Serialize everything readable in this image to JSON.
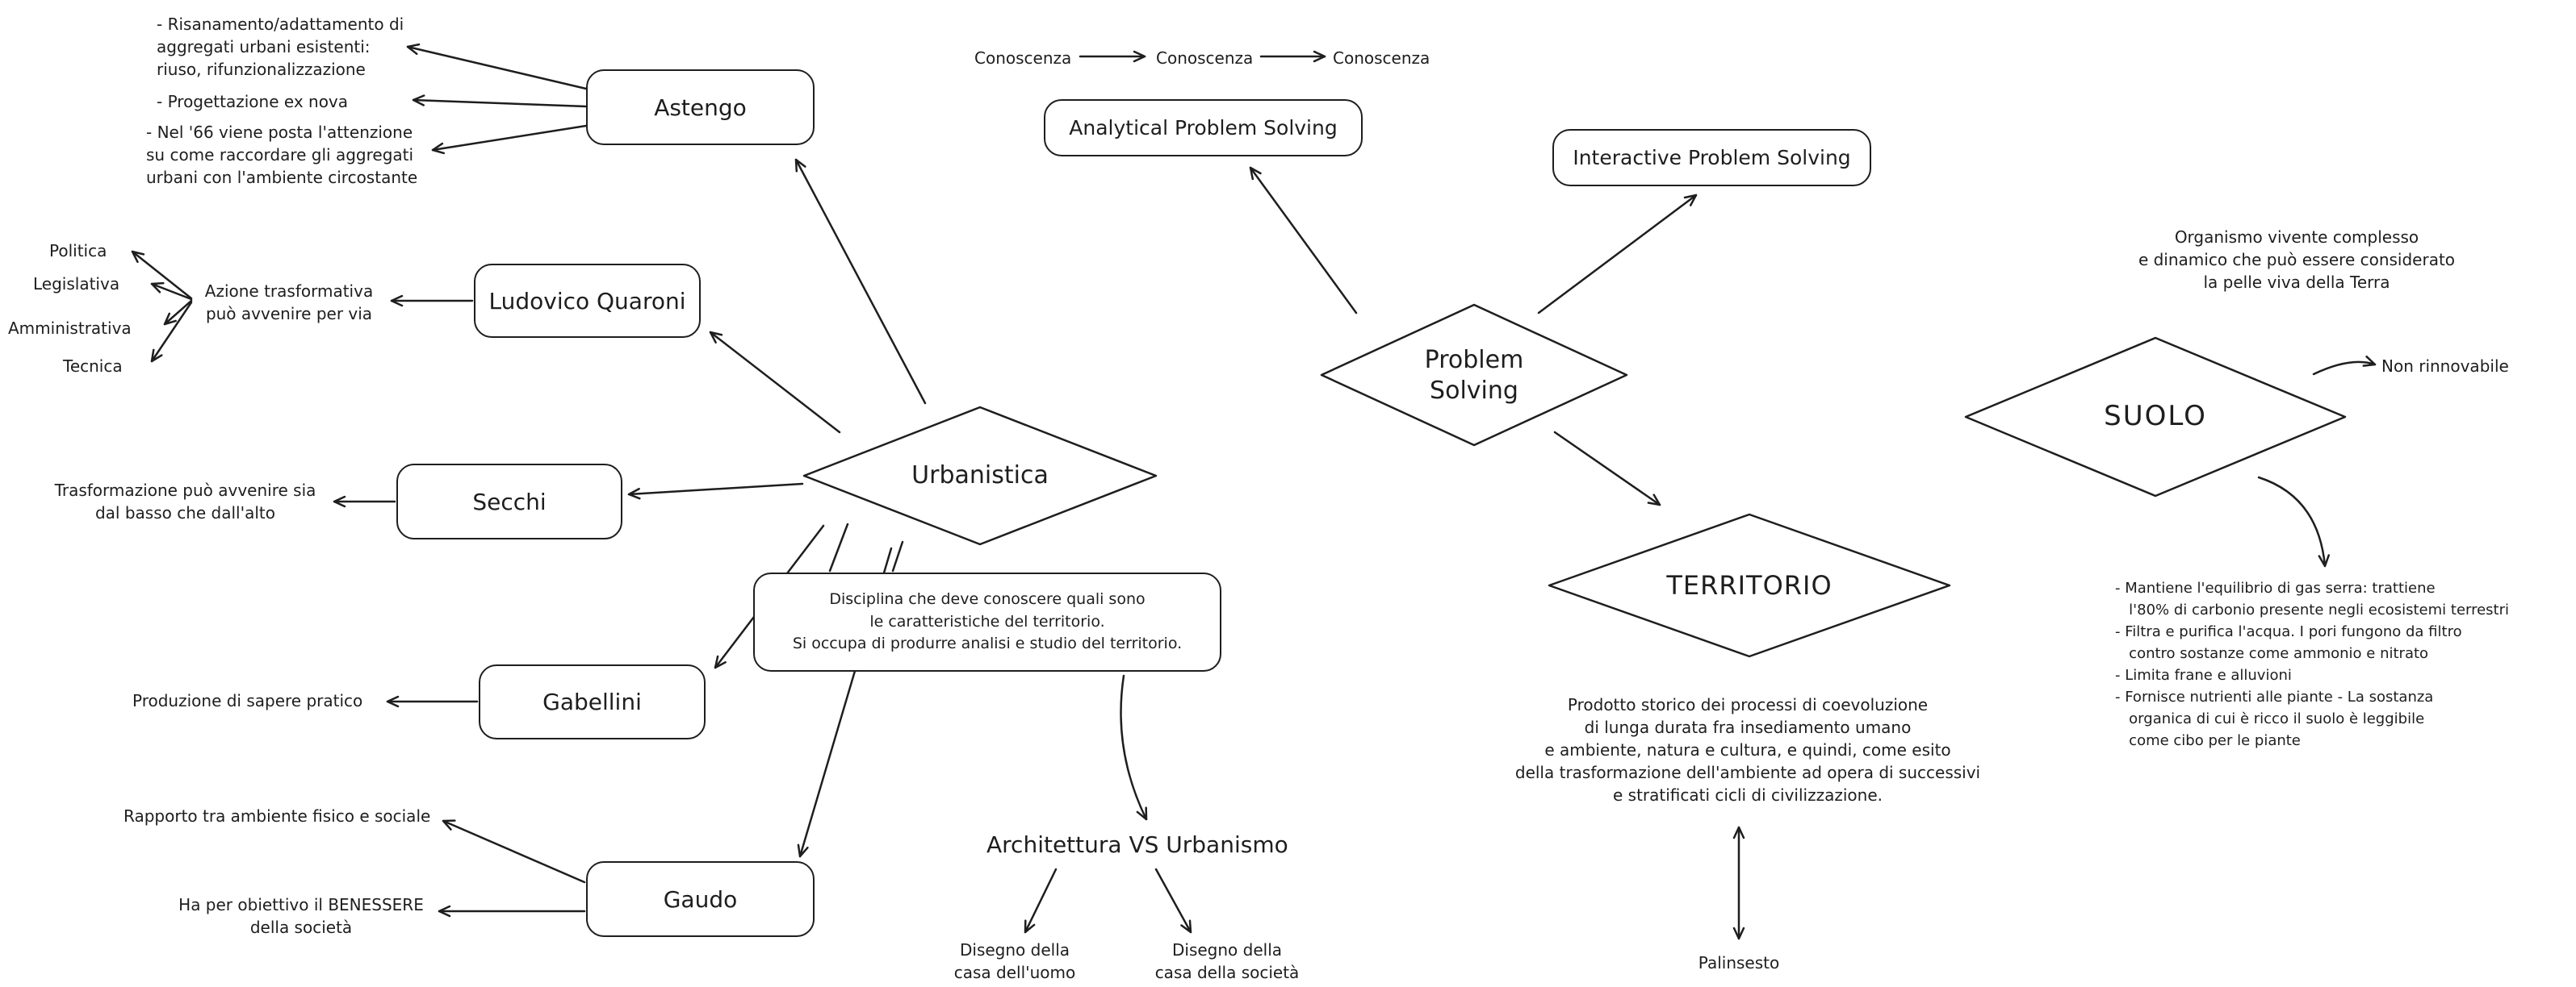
{
  "canvas": {
    "background": "#ffffff",
    "ink": "#1e1e1e"
  },
  "urbanistica": {
    "diamond_label": "Urbanistica",
    "description_box": "Disciplina che deve conoscere quali sono\nle caratteristiche del territorio.\nSi occupa di produrre analisi e studio del territorio.",
    "astengo": {
      "label": "Astengo",
      "note_risanamento": "- Risanamento/adattamento di\naggregati urbani esistenti:\nriuso, rifunzionalizzazione",
      "note_progettazione": "- Progettazione ex nova",
      "note_attenzione": "- Nel '66 viene posta l'attenzione\nsu come raccordare gli aggregati\nurbani con l'ambiente circostante"
    },
    "quaroni": {
      "label": "Ludovico Quaroni",
      "azione": "Azione trasformativa\npuò avvenire per via",
      "vie": [
        "Politica",
        "Legislativa",
        "Amministrativa",
        "Tecnica"
      ]
    },
    "secchi": {
      "label": "Secchi",
      "nota": "Trasformazione può avvenire sia\ndal basso che dall'alto"
    },
    "gabellini": {
      "label": "Gabellini",
      "nota": "Produzione di sapere pratico"
    },
    "gaudo": {
      "label": "Gaudo",
      "nota_rapporto": "Rapporto tra ambiente fisico e sociale",
      "nota_benessere": "Ha per obiettivo il BENESSERE\ndella società"
    },
    "architettura": {
      "titolo": "Architettura VS Urbanismo",
      "casa_uomo": "Disegno della\ncasa dell'uomo",
      "casa_societa": "Disegno della\ncasa della società"
    }
  },
  "problem_solving": {
    "diamond_label": "Problem\nSolving",
    "conoscenza": [
      "Conoscenza",
      "Conoscenza",
      "Conoscenza"
    ],
    "analytical": "Analytical Problem Solving",
    "interactive": "Interactive Problem Solving"
  },
  "territorio": {
    "diamond_label": "TERRITORIO",
    "descrizione": "Prodotto storico dei processi di coevoluzione\ndi lunga durata fra insediamento umano\ne ambiente, natura e cultura, e quindi, come esito\ndella trasformazione dell'ambiente ad opera di successivi\ne stratificati cicli di civilizzazione.",
    "palinsesto": "Palinsesto"
  },
  "suolo": {
    "diamond_label": "SUOLO",
    "definizione": "Organismo vivente complesso\ne dinamico che può essere considerato\nla pelle viva della Terra",
    "non_rinnovabile": "Non rinnovabile",
    "funzioni": "- Mantiene l'equilibrio di gas serra: trattiene\n   l'80% di carbonio presente negli ecosistemi terrestri\n- Filtra e purifica l'acqua. I pori fungono da filtro\n   contro sostanze come ammonio e nitrato\n- Limita frane e alluvioni\n- Fornisce nutrienti alle piante - La sostanza\n   organica di cui è ricco il suolo è leggibile\n   come cibo per le piante"
  }
}
